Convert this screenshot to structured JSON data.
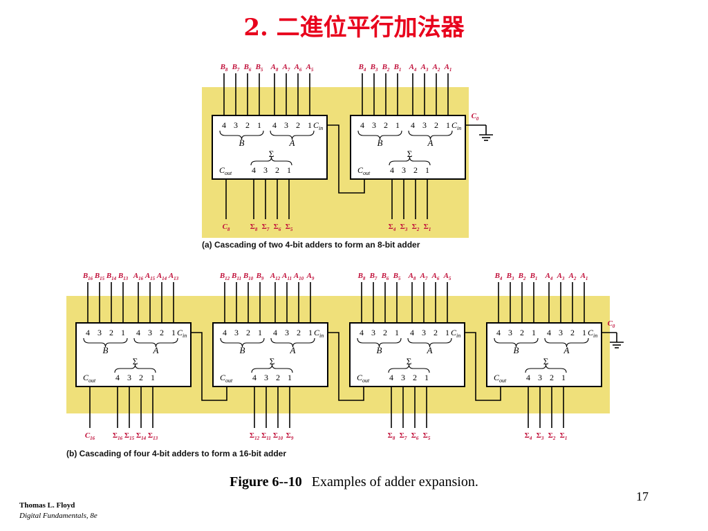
{
  "title": "2. 二進位平行加法器",
  "colors": {
    "title": "#e8001c",
    "panel": "#efe07a",
    "label": "#c0103a"
  },
  "block_labels": {
    "inputs": [
      "4",
      "3",
      "2",
      "1",
      "4",
      "3",
      "2",
      "1"
    ],
    "cin": "Cin",
    "cout": "Cout",
    "B": "B",
    "A": "A",
    "sigma": "Σ",
    "sum_bits": [
      "4",
      "3",
      "2",
      "1"
    ]
  },
  "diagram_a": {
    "carry_in_label": "C0",
    "carry_out_label": "C8",
    "adders": [
      {
        "inputs": [
          "B8",
          "B7",
          "B6",
          "B5",
          "A8",
          "A7",
          "A6",
          "A5"
        ],
        "outputs": [
          "Σ8",
          "Σ7",
          "Σ6",
          "Σ5"
        ]
      },
      {
        "inputs": [
          "B4",
          "B3",
          "B2",
          "B1",
          "A4",
          "A3",
          "A2",
          "A1"
        ],
        "outputs": [
          "Σ4",
          "Σ3",
          "Σ2",
          "Σ1"
        ]
      }
    ],
    "caption": "(a)  Cascading of two 4-bit adders to form an 8-bit adder"
  },
  "diagram_b": {
    "carry_in_label": "C0",
    "carry_out_label": "C16",
    "adders": [
      {
        "inputs": [
          "B16",
          "B15",
          "B14",
          "B13",
          "A16",
          "A15",
          "A14",
          "A13"
        ],
        "outputs": [
          "Σ16",
          "Σ15",
          "Σ14",
          "Σ13"
        ]
      },
      {
        "inputs": [
          "B12",
          "B11",
          "B10",
          "B9",
          "A12",
          "A11",
          "A10",
          "A9"
        ],
        "outputs": [
          "Σ12",
          "Σ11",
          "Σ10",
          "Σ9"
        ]
      },
      {
        "inputs": [
          "B8",
          "B7",
          "B6",
          "B5",
          "A8",
          "A7",
          "A6",
          "A5"
        ],
        "outputs": [
          "Σ8",
          "Σ7",
          "Σ6",
          "Σ5"
        ]
      },
      {
        "inputs": [
          "B4",
          "B3",
          "B2",
          "B1",
          "A4",
          "A3",
          "A2",
          "A1"
        ],
        "outputs": [
          "Σ4",
          "Σ3",
          "Σ2",
          "Σ1"
        ]
      }
    ],
    "caption": "(b)  Cascading of four 4-bit adders to form a 16-bit adder"
  },
  "figure": {
    "label": "Figure 6--10",
    "text": "Examples of adder expansion."
  },
  "page_number": "17",
  "author": {
    "name": "Thomas L. Floyd",
    "book": "Digital Fundamentals, 8e"
  }
}
